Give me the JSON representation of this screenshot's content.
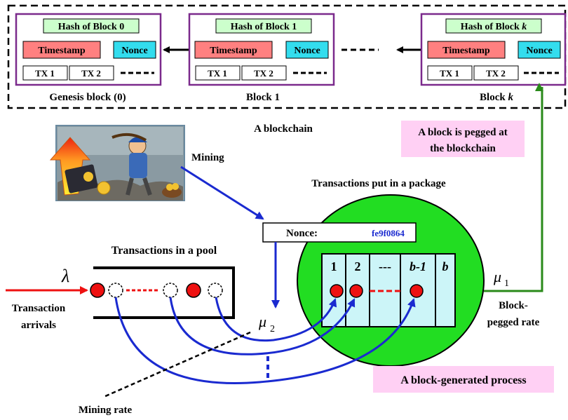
{
  "blockchain": {
    "title": "A blockchain",
    "blocks": [
      {
        "label": "Genesis block (0)",
        "hash": "Hash of Block 0",
        "timestamp": "Timestamp",
        "nonce": "Nonce",
        "tx1": "TX 1",
        "tx2": "TX 2"
      },
      {
        "label": "Block 1",
        "hash": "Hash of Block 1",
        "timestamp": "Timestamp",
        "nonce": "Nonce",
        "tx1": "TX 1",
        "tx2": "TX 2"
      },
      {
        "label_main": "Block",
        "label_var": "k",
        "hash_main": "Hash of Block",
        "hash_var": "k",
        "timestamp": "Timestamp",
        "nonce": "Nonce",
        "tx1": "TX 1",
        "tx2": "TX 2"
      }
    ]
  },
  "pegged_note": {
    "line1": "A block is pegged at",
    "line2": "the blockchain"
  },
  "mining": {
    "label": "Mining",
    "nonce_label": "Nonce:",
    "nonce_value": "fe9f0864"
  },
  "package": {
    "title": "Transactions put in a package",
    "slots": [
      "1",
      "2",
      "---",
      "b-1",
      "b"
    ]
  },
  "pool": {
    "title": "Transactions in a pool",
    "lambda": "λ",
    "arrivals_line1": "Transaction",
    "arrivals_line2": "arrivals"
  },
  "rates": {
    "mu2": "μ",
    "mu2_sub": "2",
    "mu1": "μ",
    "mu1_sub": "1",
    "pegged_line1": "Block-",
    "pegged_line2": "pegged rate",
    "mining_rate": "Mining rate"
  },
  "process_note": "A block-generated process",
  "colors": {
    "purple": "#7b2a8c",
    "hash": "#ccffcc",
    "timestamp": "#ff8080",
    "nonce": "#33ddee",
    "green_circle": "#22dd22",
    "slot": "#ccf5f8",
    "pink": "#ffd0f4",
    "blue": "#1a2ad0",
    "red": "#ee1111",
    "green_arrow": "#2a8a1a"
  }
}
